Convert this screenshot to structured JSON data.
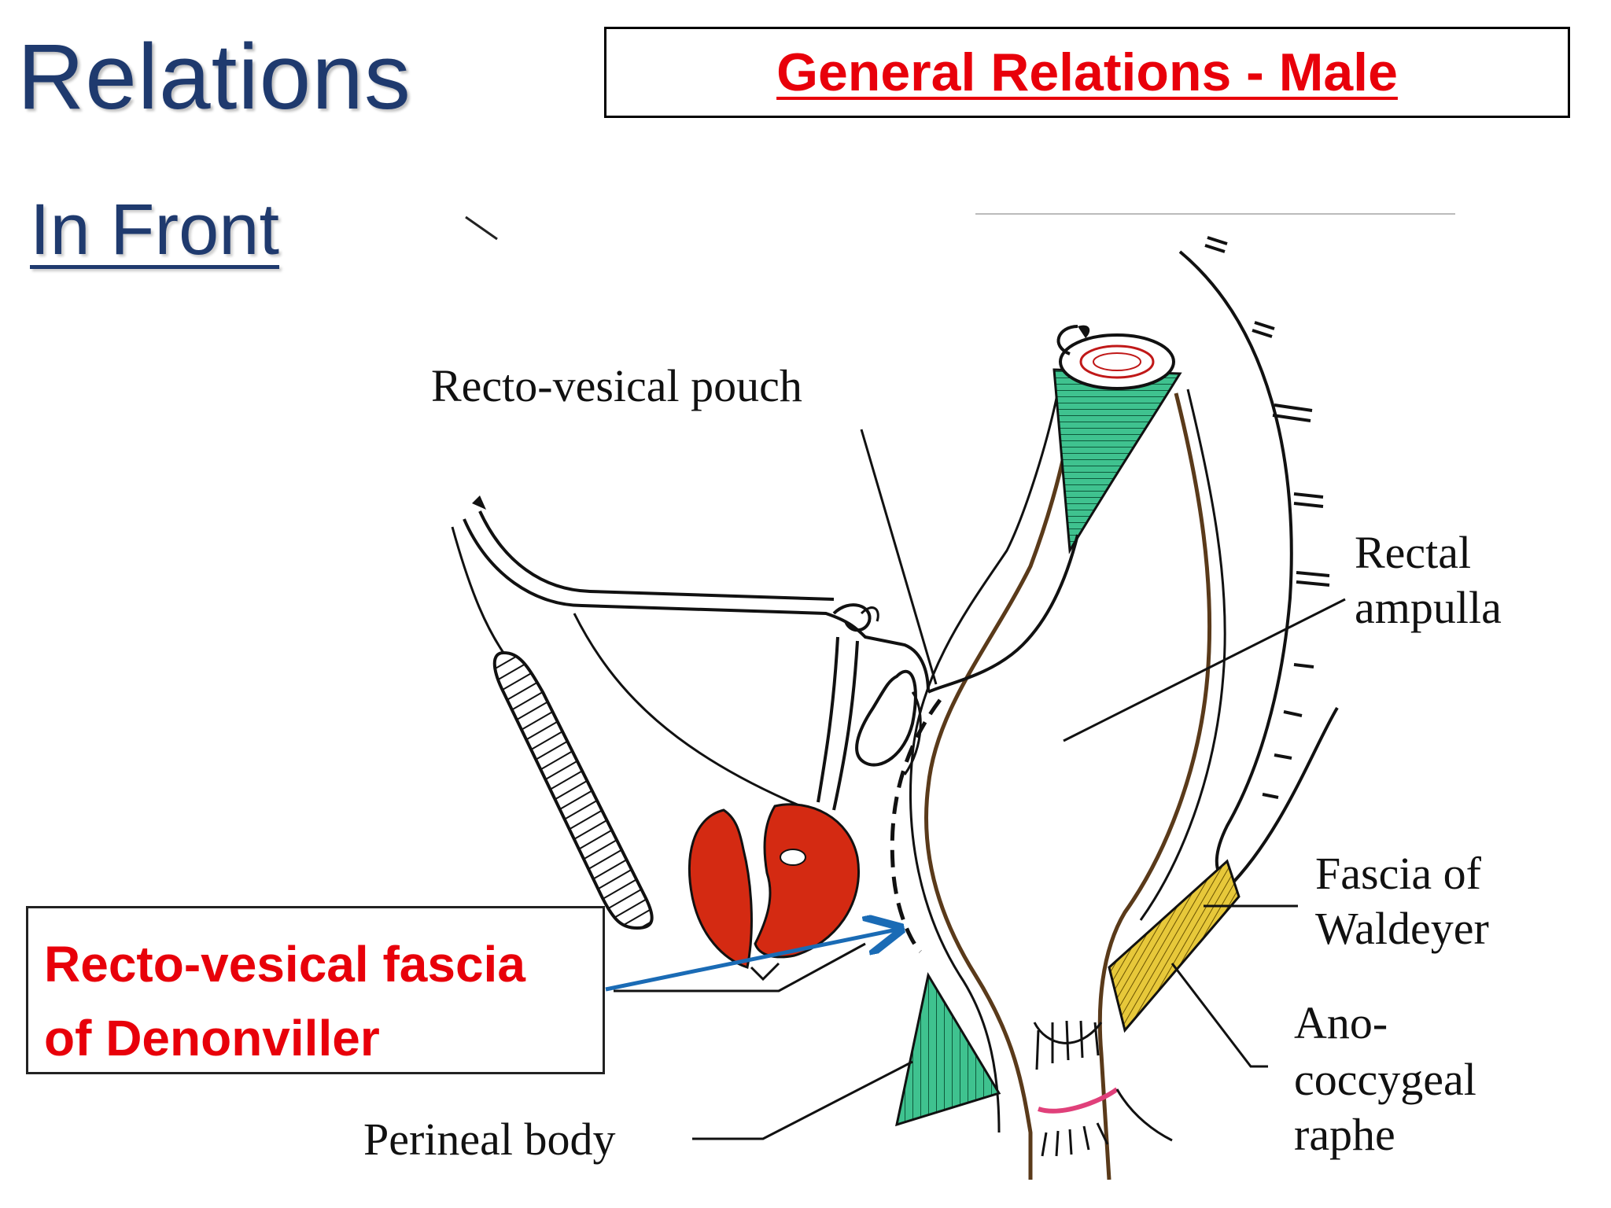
{
  "slide": {
    "title": "Relations",
    "subtitle": "In Front",
    "topic": "General Relations - Male"
  },
  "callout": {
    "line1": "Recto-vesical fascia",
    "line2": "of Denonviller"
  },
  "labels": {
    "recto_vesical_pouch": "Recto-vesical pouch",
    "rectal_ampulla_1": "Rectal",
    "rectal_ampulla_2": "ampulla",
    "fascia_waldeyer_1": "Fascia of",
    "fascia_waldeyer_2": "Waldeyer",
    "anococcygeal_1": "Ano-",
    "anococcygeal_2": "coccygeal",
    "anococcygeal_3": "raphe",
    "perineal_body": "Perineal body"
  },
  "colors": {
    "title_blue": "#1f3a6e",
    "emphasis_red": "#e8000a",
    "arrow_blue": "#1a6bb5",
    "prostate_red": "#d42a12",
    "muscle_green": "#2db37f",
    "fascia_yellow": "#e0c02a",
    "rectum_outline": "#5a3a1a"
  }
}
